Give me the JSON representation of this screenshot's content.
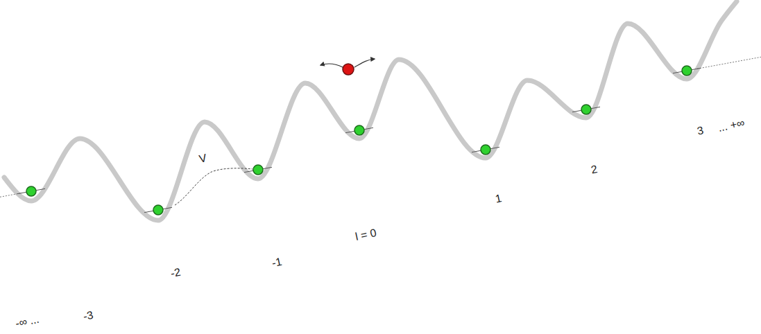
{
  "diagram": {
    "labels": [
      "V",
      "l = 0",
      "-1",
      "1",
      "2",
      "3",
      "... +∞",
      "-2",
      "-3",
      "-∞ ..."
    ]
  }
}
